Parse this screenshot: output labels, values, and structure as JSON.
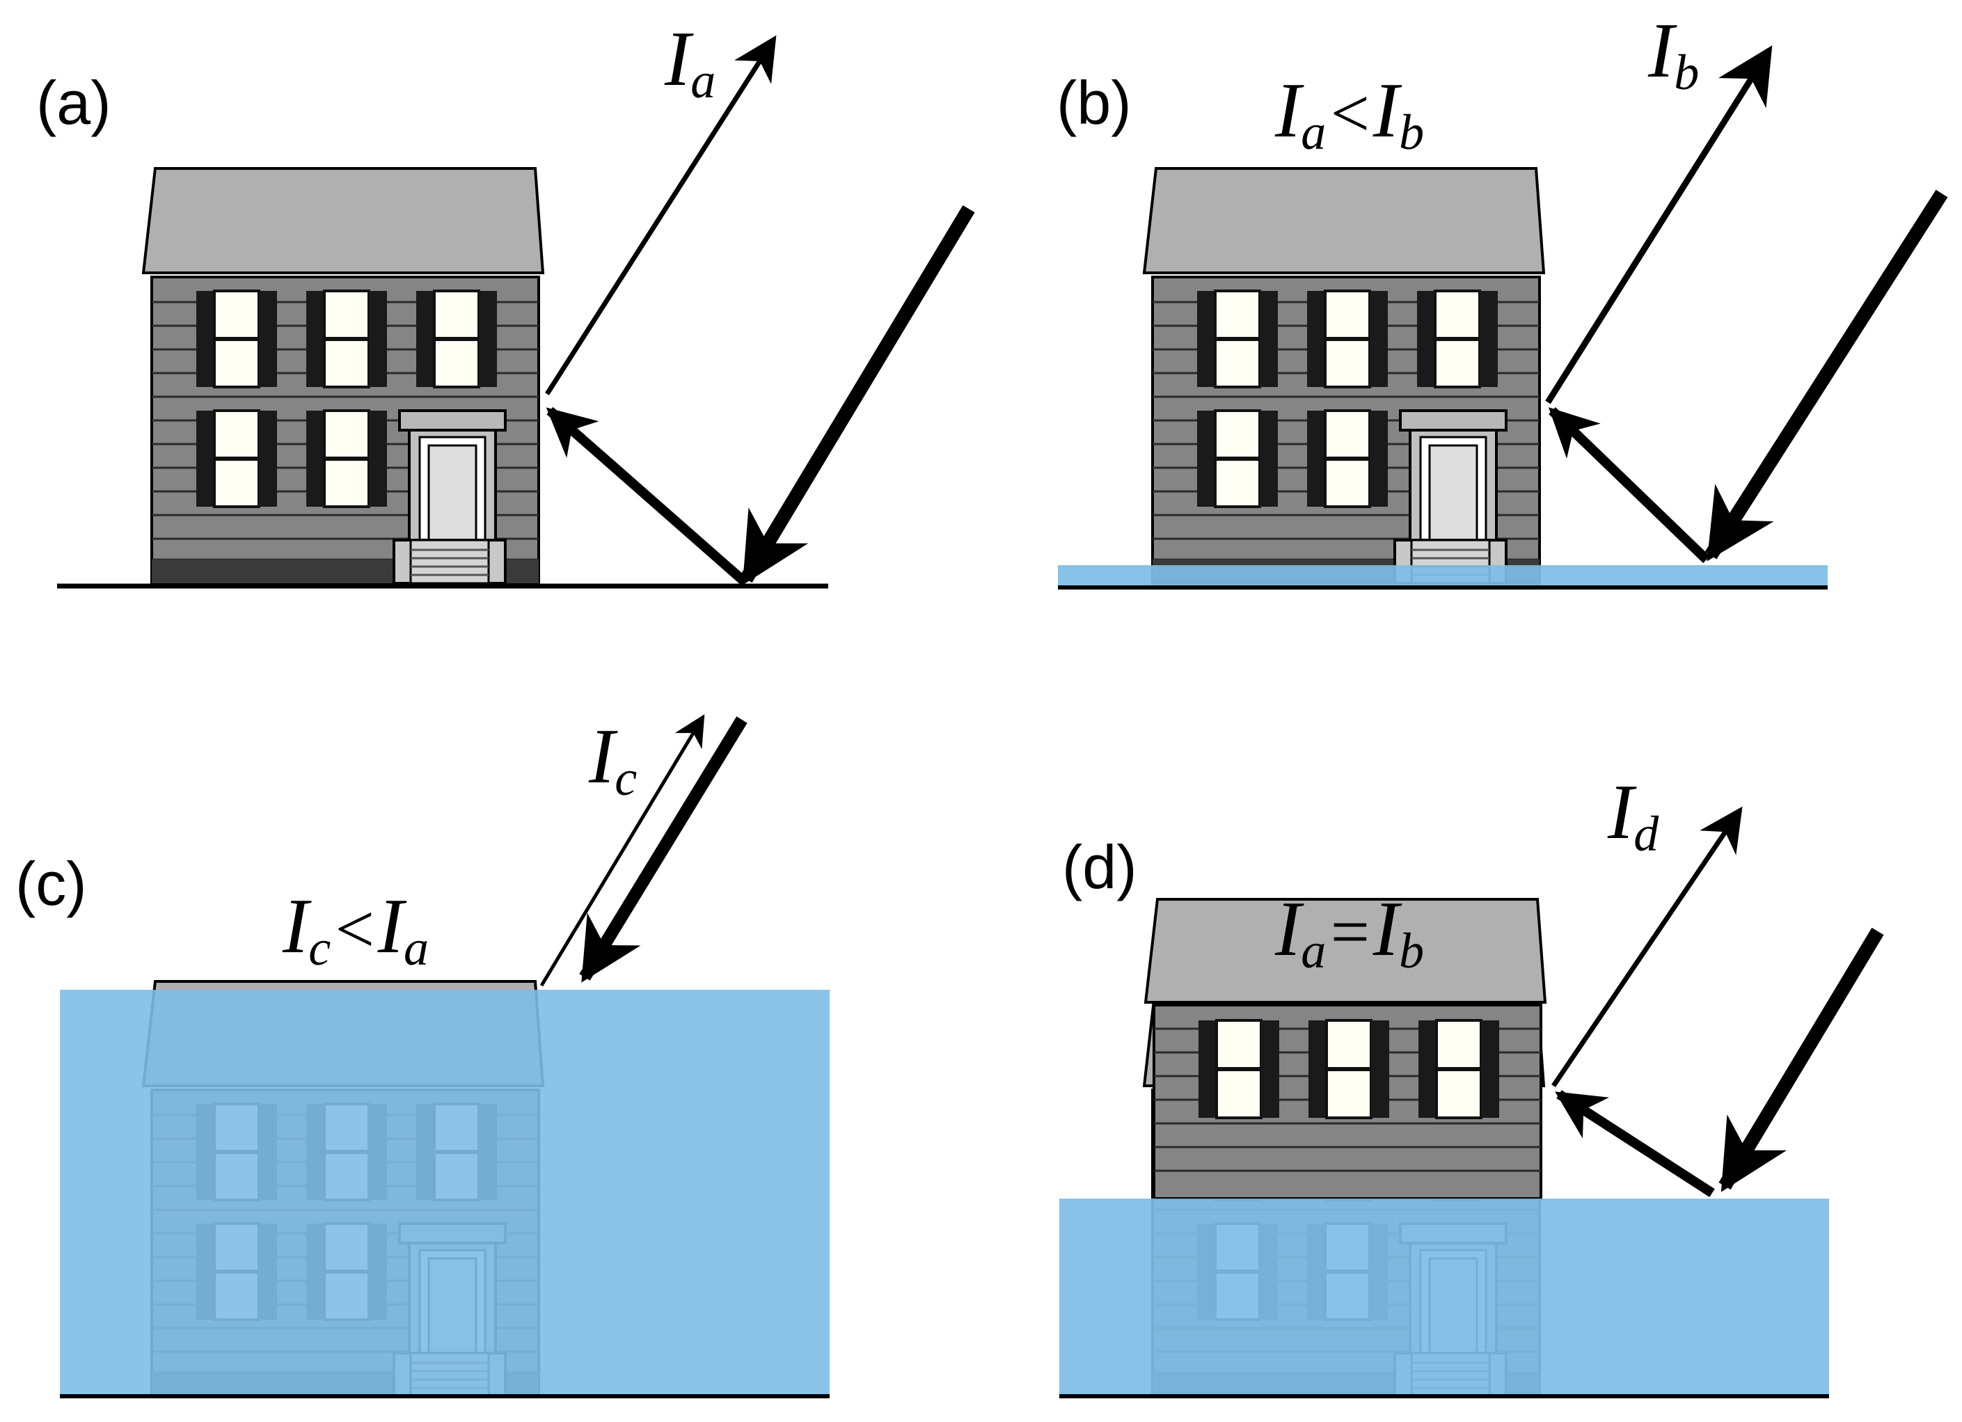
{
  "panels": [
    {
      "id": "a",
      "label": "(a)",
      "intensity": {
        "main": "I",
        "sub": "a"
      },
      "comparison": null
    },
    {
      "id": "b",
      "label": "(b)",
      "intensity": {
        "main": "I",
        "sub": "b"
      },
      "comparison": {
        "left": {
          "main": "I",
          "sub": "a"
        },
        "op": "<",
        "right": {
          "main": "I",
          "sub": "b"
        }
      }
    },
    {
      "id": "c",
      "label": "(c)",
      "intensity": {
        "main": "I",
        "sub": "c"
      },
      "comparison": {
        "left": {
          "main": "I",
          "sub": "c"
        },
        "op": "<",
        "right": {
          "main": "I",
          "sub": "a"
        }
      }
    },
    {
      "id": "d",
      "label": "(d)",
      "intensity": {
        "main": "I",
        "sub": "d"
      },
      "comparison": {
        "left": {
          "main": "I",
          "sub": "a"
        },
        "op": "=",
        "right": {
          "main": "I",
          "sub": "b"
        }
      }
    }
  ],
  "colors": {
    "water": "#7fbde6",
    "roof": "#b0b0b0",
    "wall": "#858585",
    "wall_dark": "#3a3a3a",
    "shutter": "#1a1a1a",
    "window": "#fffff4",
    "door": "#dedede",
    "ink": "#000000"
  }
}
